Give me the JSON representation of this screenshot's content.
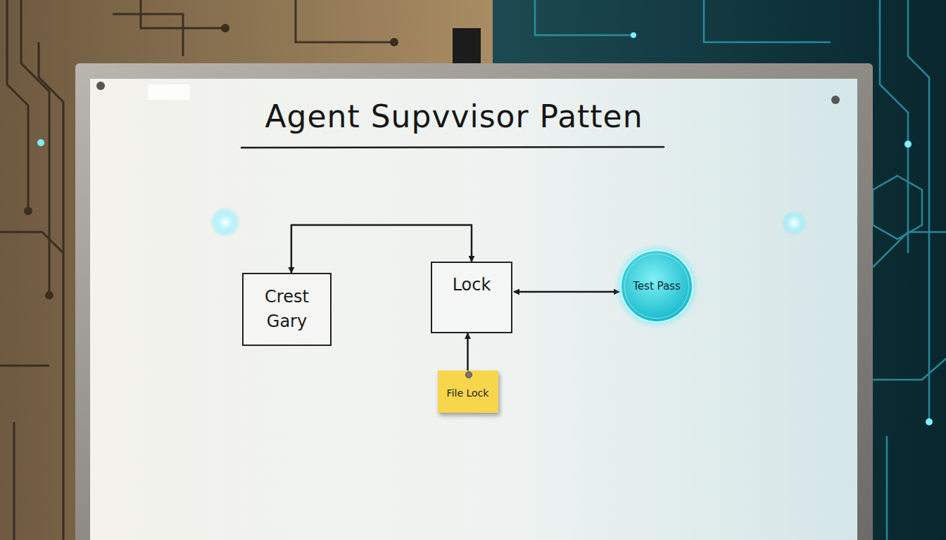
{
  "diagram": {
    "title": "Agent Supvvisor Patten",
    "nodes": [
      {
        "text": [
          "Crest Gary"
        ]
      },
      {
        "text": [
          "Lock"
        ]
      },
      {
        "text": [
          "Test Pass"
        ]
      },
      {
        "text": [
          "File Lock"
        ]
      }
    ],
    "edges": [
      {
        "from": 0,
        "to": 1,
        "arrow": "both"
      },
      {
        "from": 1,
        "to": 2,
        "arrow": "both"
      },
      {
        "from": 3,
        "to": 1,
        "arrow": "to"
      }
    ]
  }
}
